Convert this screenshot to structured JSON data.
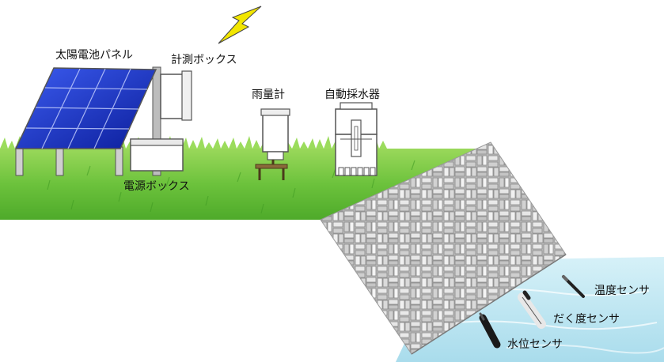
{
  "labels": {
    "solar_panel": "太陽電池パネル",
    "measurement_box": "計測ボックス",
    "power_box": "電源ボックス",
    "rain_gauge": "雨量計",
    "auto_sampler": "自動採水器",
    "temperature_sensor": "温度センサ",
    "turbidity_sensor": "だく度センサ",
    "water_level_sensor": "水位センサ"
  },
  "colors": {
    "grass": "#7ec84a",
    "grass_light": "#a8e06a",
    "panel": "#1a33c8",
    "water": "#bfe6f2",
    "bolt": "#f2e600",
    "embankment": "#c8c8c8"
  },
  "icons": {
    "signal": "lightning-bolt-icon"
  }
}
